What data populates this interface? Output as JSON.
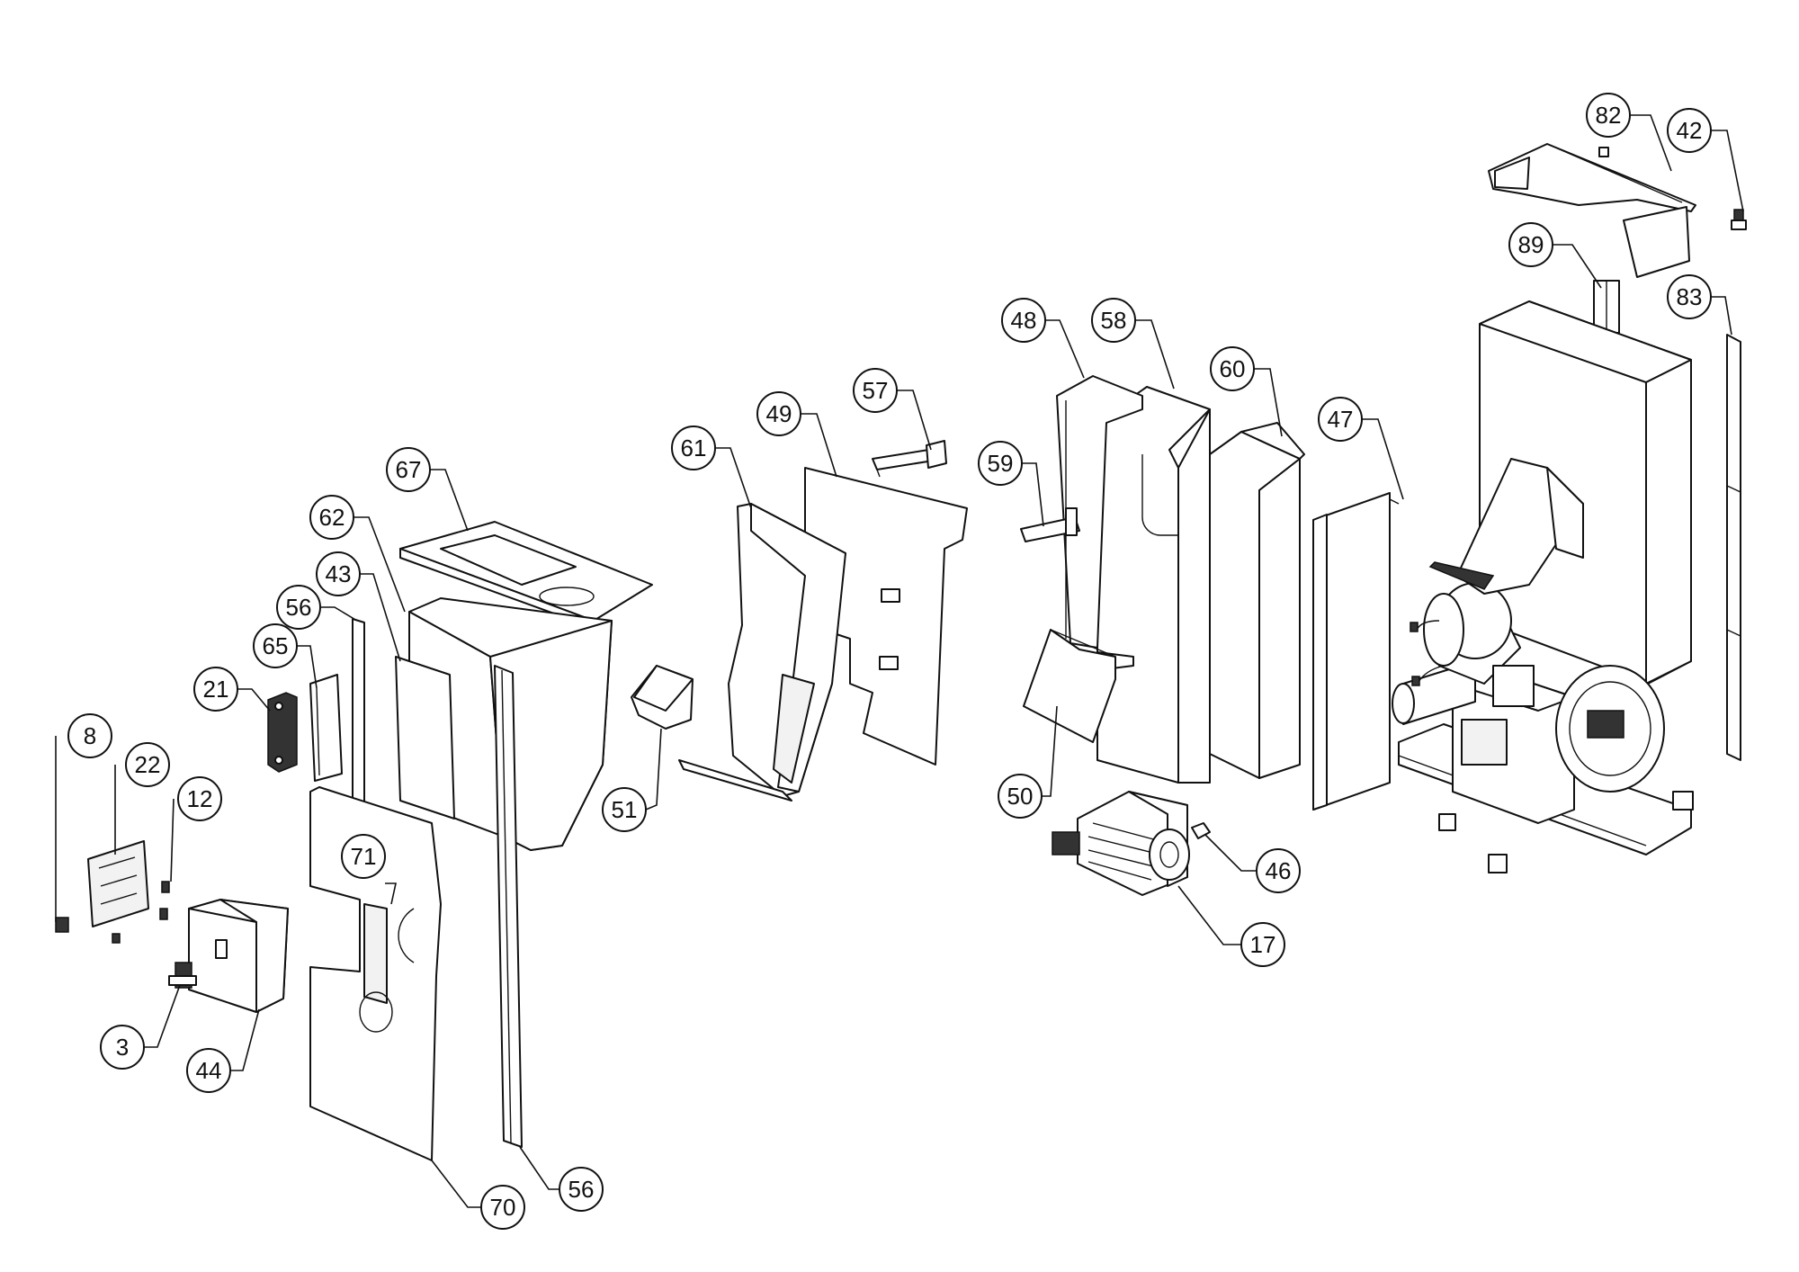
{
  "callouts": [
    {
      "id": "c82",
      "label": "82"
    },
    {
      "id": "c42",
      "label": "42"
    },
    {
      "id": "c89",
      "label": "89"
    },
    {
      "id": "c83",
      "label": "83"
    },
    {
      "id": "c48",
      "label": "48"
    },
    {
      "id": "c58",
      "label": "58"
    },
    {
      "id": "c60",
      "label": "60"
    },
    {
      "id": "c47",
      "label": "47"
    },
    {
      "id": "c57",
      "label": "57"
    },
    {
      "id": "c49",
      "label": "49"
    },
    {
      "id": "c61",
      "label": "61"
    },
    {
      "id": "c59",
      "label": "59"
    },
    {
      "id": "c67",
      "label": "67"
    },
    {
      "id": "c62",
      "label": "62"
    },
    {
      "id": "c43",
      "label": "43"
    },
    {
      "id": "c56a",
      "label": "56"
    },
    {
      "id": "c65",
      "label": "65"
    },
    {
      "id": "c21",
      "label": "21"
    },
    {
      "id": "c8",
      "label": "8"
    },
    {
      "id": "c22",
      "label": "22"
    },
    {
      "id": "c12",
      "label": "12"
    },
    {
      "id": "c51",
      "label": "51"
    },
    {
      "id": "c50",
      "label": "50"
    },
    {
      "id": "c46",
      "label": "46"
    },
    {
      "id": "c17",
      "label": "17"
    },
    {
      "id": "c71",
      "label": "71"
    },
    {
      "id": "c3",
      "label": "3"
    },
    {
      "id": "c44",
      "label": "44"
    },
    {
      "id": "c70",
      "label": "70"
    },
    {
      "id": "c56b",
      "label": "56"
    }
  ],
  "colors": {
    "line": "#111111",
    "background": "#ffffff",
    "shade": "#f2f2f2"
  }
}
